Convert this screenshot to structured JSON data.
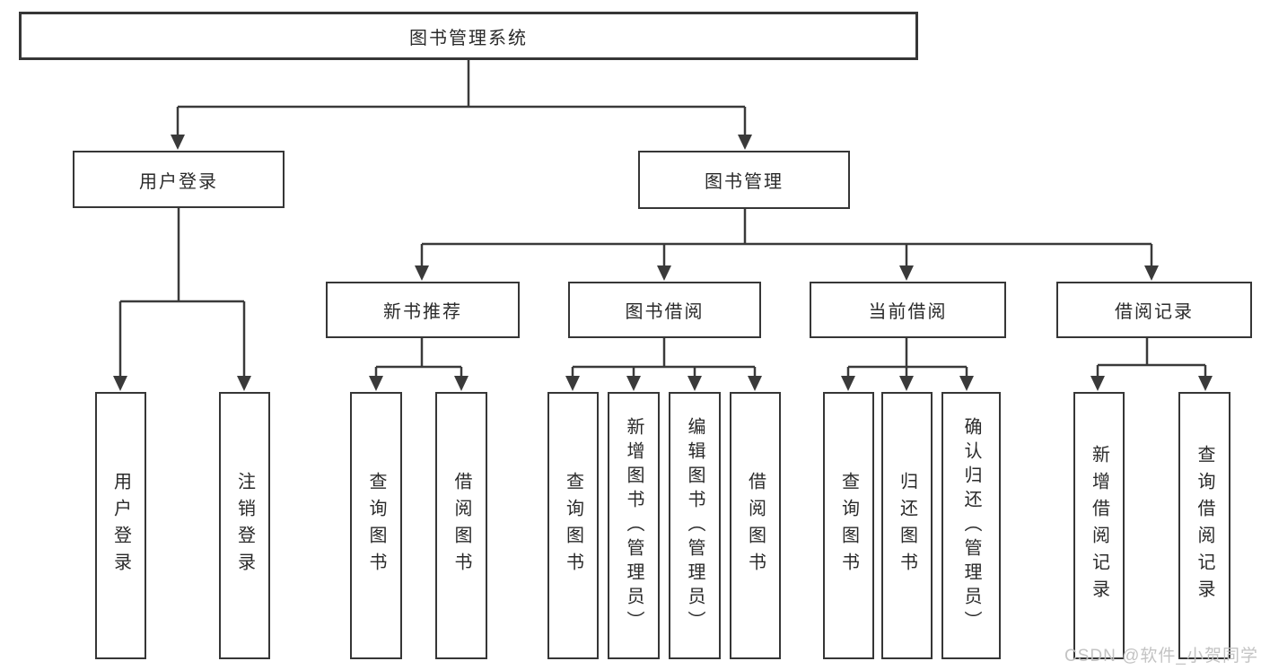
{
  "tree": {
    "label": "图书管理系统",
    "children": [
      {
        "label": "用户登录",
        "children": [
          {
            "label": "用户登录"
          },
          {
            "label": "注销登录"
          }
        ]
      },
      {
        "label": "图书管理",
        "children": [
          {
            "label": "新书推荐",
            "children": [
              {
                "label": "查询图书"
              },
              {
                "label": "借阅图书"
              }
            ]
          },
          {
            "label": "图书借阅",
            "children": [
              {
                "label": "查询图书"
              },
              {
                "label": "新增图书（管理员）"
              },
              {
                "label": "编辑图书（管理员）"
              },
              {
                "label": "借阅图书"
              }
            ]
          },
          {
            "label": "当前借阅",
            "children": [
              {
                "label": "查询图书"
              },
              {
                "label": "归还图书"
              },
              {
                "label": "确认归还（管理员）"
              }
            ]
          },
          {
            "label": "借阅记录",
            "children": [
              {
                "label": "新增借阅记录"
              },
              {
                "label": "查询借阅记录"
              }
            ]
          }
        ]
      }
    ]
  },
  "watermark": {
    "text": "CSDN @软件_小贺同学"
  },
  "colors": {
    "background": "#ffffff",
    "line": "#3a3a3a",
    "box_border": "#363636",
    "text": "#2a2a2a",
    "watermark": "#c0c0c0"
  }
}
